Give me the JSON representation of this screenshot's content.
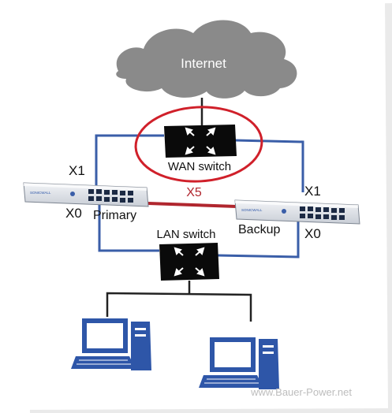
{
  "diagram": {
    "internet_label": "Internet",
    "wan_switch_label": "WAN switch",
    "lan_switch_label": "LAN switch",
    "primary_label": "Primary",
    "backup_label": "Backup",
    "port_x1_left": "X1",
    "port_x0_left": "X0",
    "port_x1_right": "X1",
    "port_x0_right": "X0",
    "link_x5_label": "X5",
    "device_brand_left": "SONICWALL",
    "device_brand_right": "SONICWALL",
    "watermark": "www.Bauer-Power.net"
  },
  "colors": {
    "cloud": "#8a8a8a",
    "link_blue": "#3a5ea8",
    "link_red": "#b0262e",
    "highlight_circle": "#d0202a",
    "switch_body": "#0a0a0a",
    "computer_blue": "#2e56a8",
    "trunk_dark": "#222222"
  }
}
